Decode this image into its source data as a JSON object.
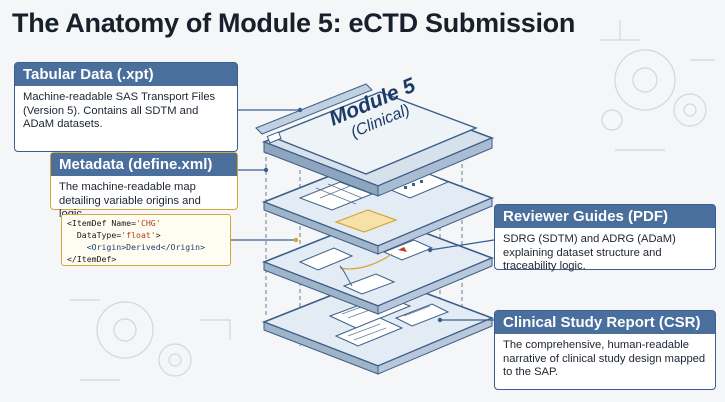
{
  "title": "The Anatomy of Module 5: eCTD Submission",
  "folder": {
    "label_line1": "Module 5",
    "label_line2": "(Clinical)"
  },
  "cards": {
    "tabular": {
      "heading": "Tabular Data (.xpt)",
      "body": "Machine-readable SAS Transport Files (Version 5). Contains all SDTM and ADaM datasets."
    },
    "metadata": {
      "heading": "Metadata (define.xml)",
      "body": "The machine-readable map detailing variable origins and logic."
    },
    "reviewer": {
      "heading": "Reviewer Guides (PDF)",
      "body": "SDRG (SDTM) and ADRG (ADaM) explaining dataset structure and traceability logic."
    },
    "csr": {
      "heading": "Clinical Study Report (CSR)",
      "body": "The comprehensive, human-readable narrative of clinical study design mapped to the SAP."
    }
  },
  "code_snippet": {
    "line1_open": "<ItemDef Name=",
    "line1_val": "'CHG'",
    "line2_key": "DataType=",
    "line2_val": "'float'",
    "line2_close": ">",
    "line3": "<Origin>Derived</Origin>",
    "line4": "</ItemDef>"
  },
  "colors": {
    "accent": "#4a6f9d",
    "border": "#3a5f8e",
    "highlight": "#d3a63a",
    "background": "#f4f6f8"
  }
}
